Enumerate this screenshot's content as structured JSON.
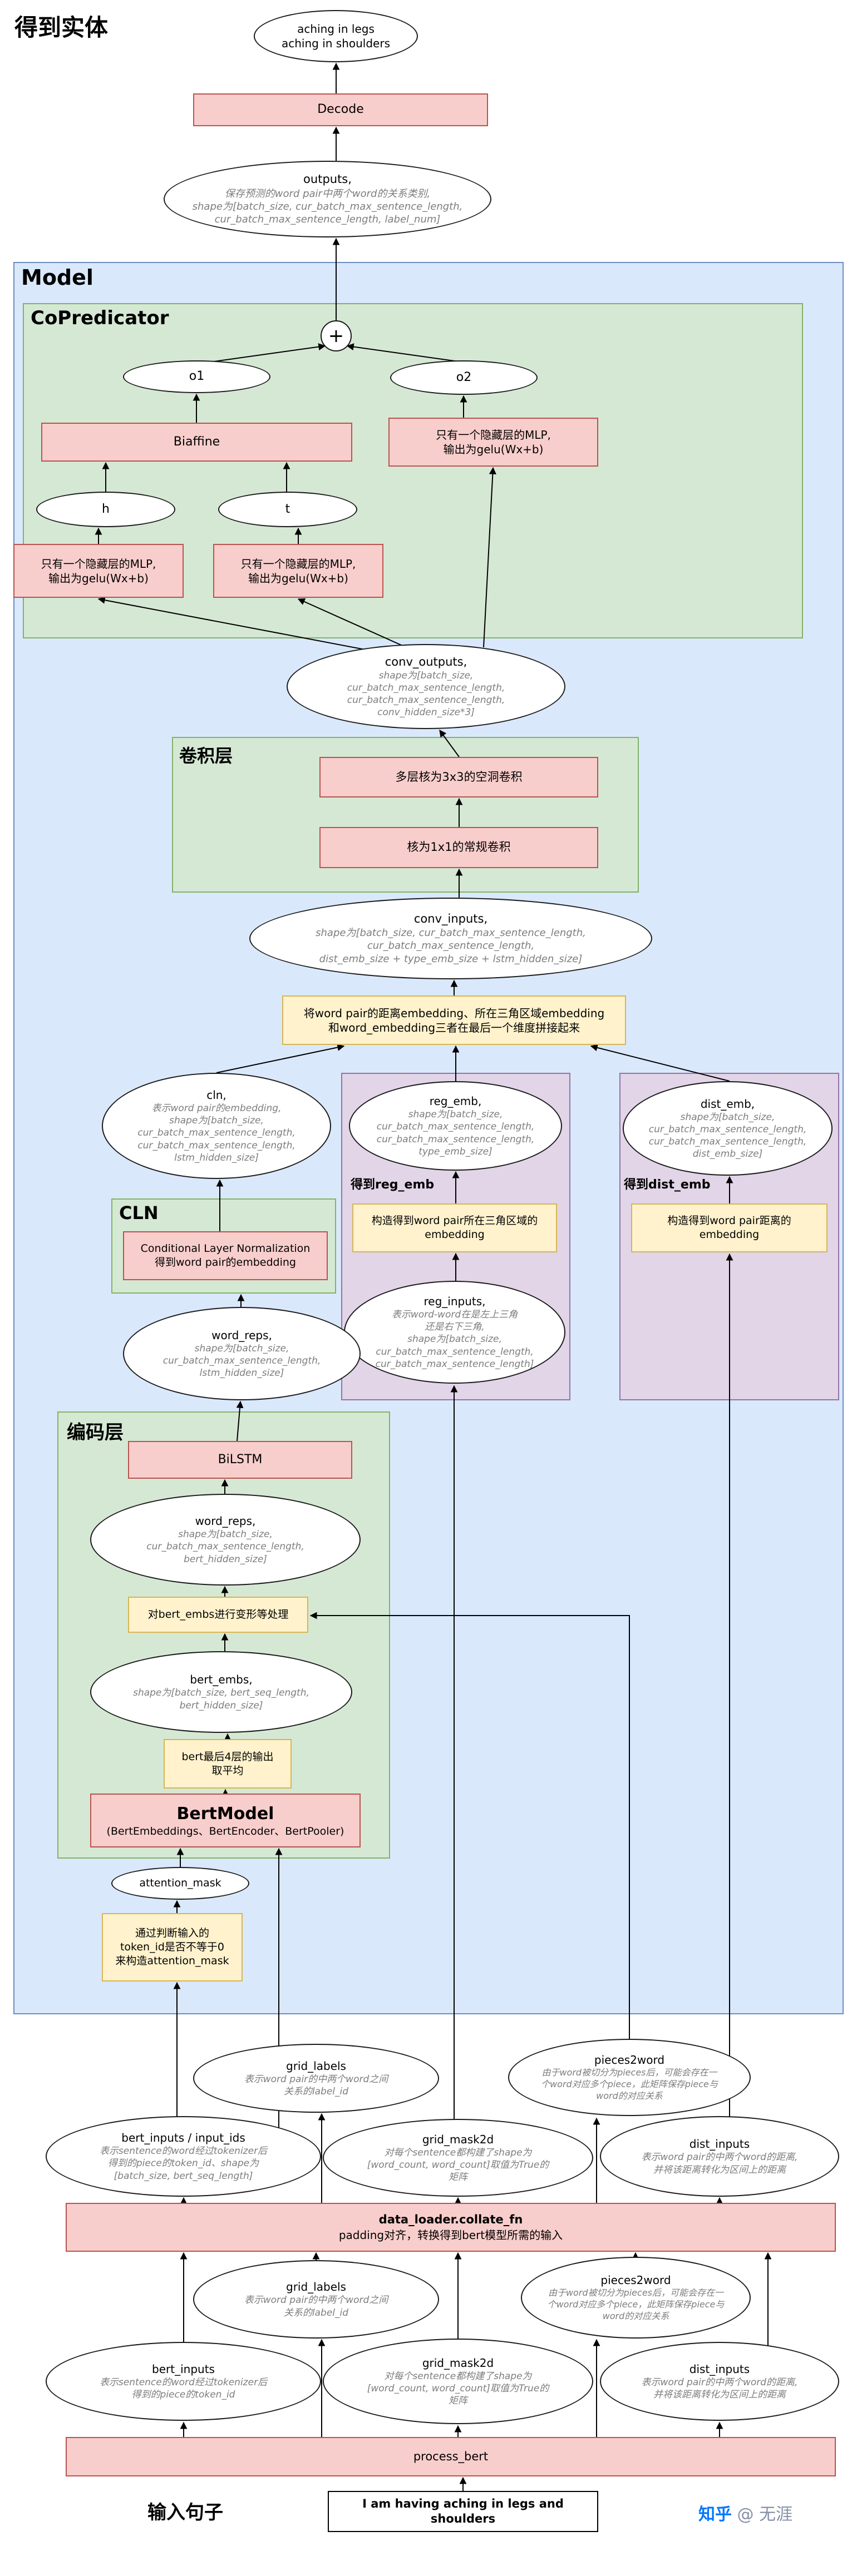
{
  "page": {
    "title": "得到实体",
    "watermark_brand": "知乎",
    "watermark_user": "@ 无涯"
  },
  "top": {
    "result": "aching in legs\naching in shoulders",
    "decode": "Decode",
    "outputs_title": "outputs,",
    "outputs_desc": "保存预测的word pair中两个word的关系类别,\nshape为[batch_size, cur_batch_max_sentence_length,\ncur_batch_max_sentence_length, label_num]"
  },
  "model": {
    "label": "Model",
    "copredicator": {
      "label": "CoPredicator",
      "plus": "+",
      "o1": "o1",
      "o2": "o2",
      "biaffine": "Biaffine",
      "mlp_right": "只有一个隐藏层的MLP,\n输出为gelu(Wx+b)",
      "h": "h",
      "t": "t",
      "mlp1": "只有一个隐藏层的MLP,\n输出为gelu(Wx+b)",
      "mlp2": "只有一个隐藏层的MLP,\n输出为gelu(Wx+b)"
    },
    "conv_outputs_title": "conv_outputs,",
    "conv_outputs_desc": "shape为[batch_size,\ncur_batch_max_sentence_length,\ncur_batch_max_sentence_length,\nconv_hidden_size*3]",
    "conv_layer": {
      "label": "卷积层",
      "dilated": "多层核为3x3的空洞卷积",
      "regular": "核为1x1的常规卷积"
    },
    "conv_inputs_title": "conv_inputs,",
    "conv_inputs_desc": "shape为[batch_size, cur_batch_max_sentence_length,\ncur_batch_max_sentence_length,\ndist_emb_size + type_emb_size + lstm_hidden_size]",
    "concat_note": "将word pair的距离embedding、所在三角区域embedding\n和word_embedding三者在最后一个维度拼接起来",
    "cln_ellipse_title": "cln,",
    "cln_ellipse_desc": "表示word pair的embedding,\nshape为[batch_size,\ncur_batch_max_sentence_length,\ncur_batch_max_sentence_length,\nlstm_hidden_size]",
    "reg": {
      "emb_title": "reg_emb,",
      "emb_desc": "shape为[batch_size,\ncur_batch_max_sentence_length,\ncur_batch_max_sentence_length,\ntype_emb_size]",
      "label": "得到reg_emb",
      "note": "构造得到word pair所在三角区域的\nembedding",
      "inputs_title": "reg_inputs,",
      "inputs_desc": "表示word-word在是左上三角\n还是右下三角,\nshape为[batch_size,\ncur_batch_max_sentence_length,\ncur_batch_max_sentence_length]"
    },
    "dist": {
      "emb_title": "dist_emb,",
      "emb_desc": "shape为[batch_size,\ncur_batch_max_sentence_length,\ncur_batch_max_sentence_length,\ndist_emb_size]",
      "label": "得到dist_emb",
      "note": "构造得到word pair距离的\nembedding"
    },
    "cln_box": {
      "label": "CLN",
      "body": "Conditional Layer Normalization\n得到word pair的embedding"
    },
    "word_reps_lstm_title": "word_reps,",
    "word_reps_lstm_desc": "shape为[batch_size,\ncur_batch_max_sentence_length,\nlstm_hidden_size]",
    "encoder": {
      "label": "编码层",
      "bilstm": "BiLSTM",
      "word_reps_title": "word_reps,",
      "word_reps_desc": "shape为[batch_size,\ncur_batch_max_sentence_length,\nbert_hidden_size]",
      "reshape_note": "对bert_embs进行变形等处理",
      "bert_embs_title": "bert_embs,",
      "bert_embs_desc": "shape为[batch_size, bert_seq_length,\nbert_hidden_size]",
      "avg_note": "bert最后4层的输出\n取平均",
      "bert_model_title": "BertModel",
      "bert_model_desc": "(BertEmbeddings、BertEncoder、BertPooler)"
    },
    "attention_mask": "attention_mask",
    "mask_note": "通过判断输入的\ntoken_id是否不等于0\n来构造attention_mask"
  },
  "mid": {
    "grid_labels_title": "grid_labels",
    "grid_labels_desc": "表示word pair的中两个word之间\n关系的label_id",
    "pieces2word_title": "pieces2word",
    "pieces2word_desc": "由于word被切分为pieces后，可能会存在一\n个word对应多个piece，此矩阵保存piece与\nword的对应关系",
    "bert_inputs_title": "bert_inputs / input_ids",
    "bert_inputs_desc": "表示sentence的word经过tokenizer后\n得到的piece的token_id、shape为\n[batch_size, bert_seq_length]",
    "grid_mask2d_title": "grid_mask2d",
    "grid_mask2d_desc": "对每个sentence都构建了shape为\n[word_count, word_count]取值为True的\n矩阵",
    "dist_inputs_title": "dist_inputs",
    "dist_inputs_desc": "表示word pair的中两个word的距离,\n并将该距离转化为区间上的距离",
    "collate_title": "data_loader.collate_fn",
    "collate_desc": "padding对齐，转换得到bert模型所需的输入"
  },
  "bottom": {
    "grid_labels_title": "grid_labels",
    "grid_labels_desc": "表示word pair的中两个word之间\n关系的label_id",
    "pieces2word_title": "pieces2word",
    "pieces2word_desc": "由于word被切分为pieces后，可能会存在一\n个word对应多个piece，此矩阵保存piece与\nword的对应关系",
    "bert_inputs_title": "bert_inputs",
    "bert_inputs_desc": "表示sentence的word经过tokenizer后\n得到的piece的token_id",
    "grid_mask2d_title": "grid_mask2d",
    "grid_mask2d_desc": "对每个sentence都构建了shape为\n[word_count, word_count]取值为True的\n矩阵",
    "dist_inputs_title": "dist_inputs",
    "dist_inputs_desc": "表示word pair的中两个word的距离,\n并将该距离转化为区间上的距离",
    "process_bert": "process_bert",
    "input_label": "输入句子",
    "input_sentence": "I am having aching in legs and shoulders"
  }
}
